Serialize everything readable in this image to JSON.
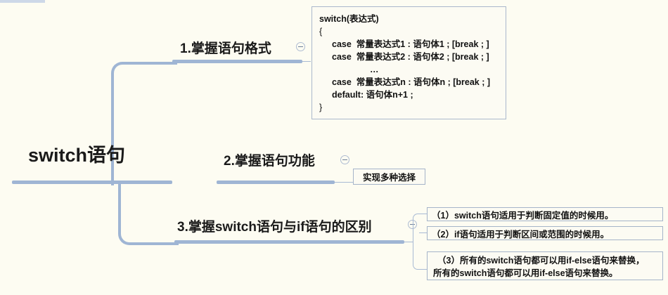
{
  "mindmap": {
    "root": {
      "label": "switch语句"
    },
    "branches": [
      {
        "label": "1.掌握语句格式",
        "toggle_icon": "collapse-minus-icon",
        "code_block": {
          "lines": [
            "switch(表达式)",
            "{",
            "case  常量表达式1 : 语句体1 ; [break ; ]",
            "case  常量表达式2 : 语句体2 ; [break ; ]",
            "…",
            "case  常量表达式n : 语句体n ; [break ; ]",
            "default: 语句体n+1 ;",
            "}"
          ]
        }
      },
      {
        "label": "2.掌握语句功能",
        "toggle_icon": "collapse-minus-icon",
        "leaf": "实现多种选择"
      },
      {
        "label": "3.掌握switch语句与if语句的区别",
        "toggle_icon": "collapse-minus-icon",
        "rules": [
          "（1）switch语句适用于判断固定值的时候用。",
          "（2）if语句适用于判断区间或范围的时候用。",
          "（3）所有的switch语句都可以用if-else语句来替换，",
          "所有的switch语句都可以用if-else语句来替换。"
        ]
      }
    ]
  },
  "colors": {
    "background": "#fdfcf2",
    "connector": "#9fb5d4",
    "thin_connector": "#a8bad4",
    "box_border": "#a5b4c9",
    "box_fill": "#fcfbf3",
    "text": "#111111"
  }
}
